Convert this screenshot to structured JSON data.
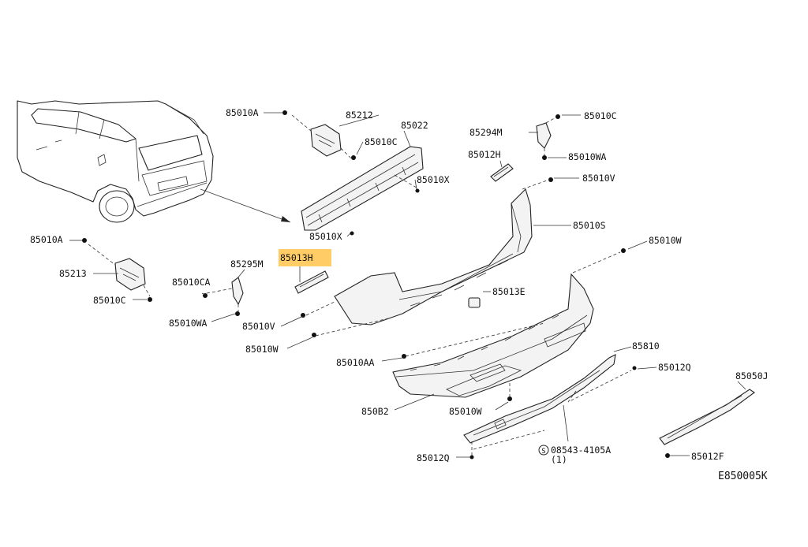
{
  "diagram_code": "E850005K",
  "highlighted_part": "85013H",
  "labels": {
    "p85010A_top": "85010A",
    "p85212": "85212",
    "p85010C_top": "85010C",
    "p85022": "85022",
    "p85010X_right": "85010X",
    "p85010X_bottom": "85010X",
    "p85010A_left": "85010A",
    "p85213": "85213",
    "p85010C_left": "85010C",
    "p85295M": "85295M",
    "p85010CA": "85010CA",
    "p85010WA_left": "85010WA",
    "p85013H": "85013H",
    "p85010V_left": "85010V",
    "p85010W_left": "85010W",
    "p85294M": "85294M",
    "p85010C_right": "85010C",
    "p85010WA_right": "85010WA",
    "p85012H": "85012H",
    "p85010V_right": "85010V",
    "p85010S": "85010S",
    "p85010W_right": "85010W",
    "p85013E": "85013E",
    "p85010AA": "85010AA",
    "p85810": "85810",
    "p85012Q_right": "85012Q",
    "p85050J": "85050J",
    "p850B2": "850B2",
    "p85010W_bottom": "85010W",
    "p08543": "08543-4105A",
    "p08543_qty": "(1)",
    "p85012Q_bottom": "85012Q",
    "p85012F": "85012F"
  },
  "icons": {
    "screw_symbol": "circled-s-icon",
    "vehicle": "vehicle-rear-view-icon"
  },
  "colors": {
    "highlight": "#ffcc66",
    "line": "#222222"
  }
}
